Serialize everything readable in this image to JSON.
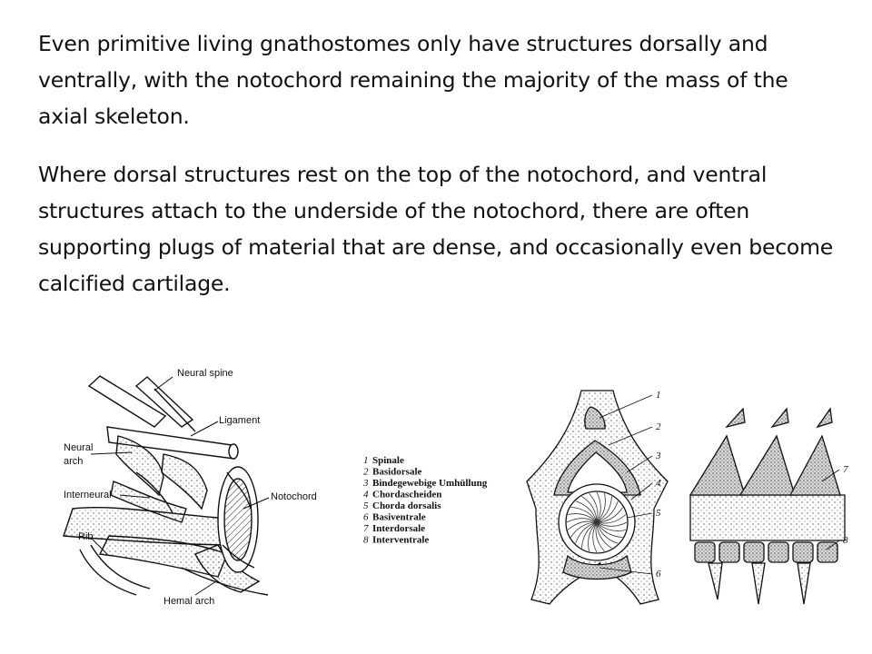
{
  "slide": {
    "paragraphs": [
      "Even primitive living gnathostomes only have structures dorsally and ventrally, with the notochord remaining the majority of the mass of the axial skeleton.",
      "Where dorsal structures rest on the top of the notochord, and ventral structures attach to the underside of the notochord, there are often supporting plugs of material that are dense, and occasionally even become calcified cartilage."
    ]
  },
  "left_figure": {
    "labels": {
      "neural_spine": "Neural spine",
      "ligament": "Ligament",
      "neural_arch_line1": "Neural",
      "neural_arch_line2": "arch",
      "interneural": "Interneural",
      "notochord": "Notochord",
      "rib": "Rib",
      "hemal_arch": "Hemal arch"
    }
  },
  "right_figure": {
    "legend": [
      {
        "num": "1",
        "text": "Spinale"
      },
      {
        "num": "2",
        "text": "Basidorsale"
      },
      {
        "num": "3",
        "text": "Bindegewebige Umhüllung"
      },
      {
        "num": "4",
        "text": "Chordascheiden"
      },
      {
        "num": "5",
        "text": "Chorda dorsalis"
      },
      {
        "num": "6",
        "text": "Basiventrale"
      },
      {
        "num": "7",
        "text": "Interdorsale"
      },
      {
        "num": "8",
        "text": "Interventrale"
      }
    ],
    "callouts": [
      "1",
      "2",
      "3",
      "4",
      "5",
      "6",
      "7",
      "8"
    ]
  }
}
